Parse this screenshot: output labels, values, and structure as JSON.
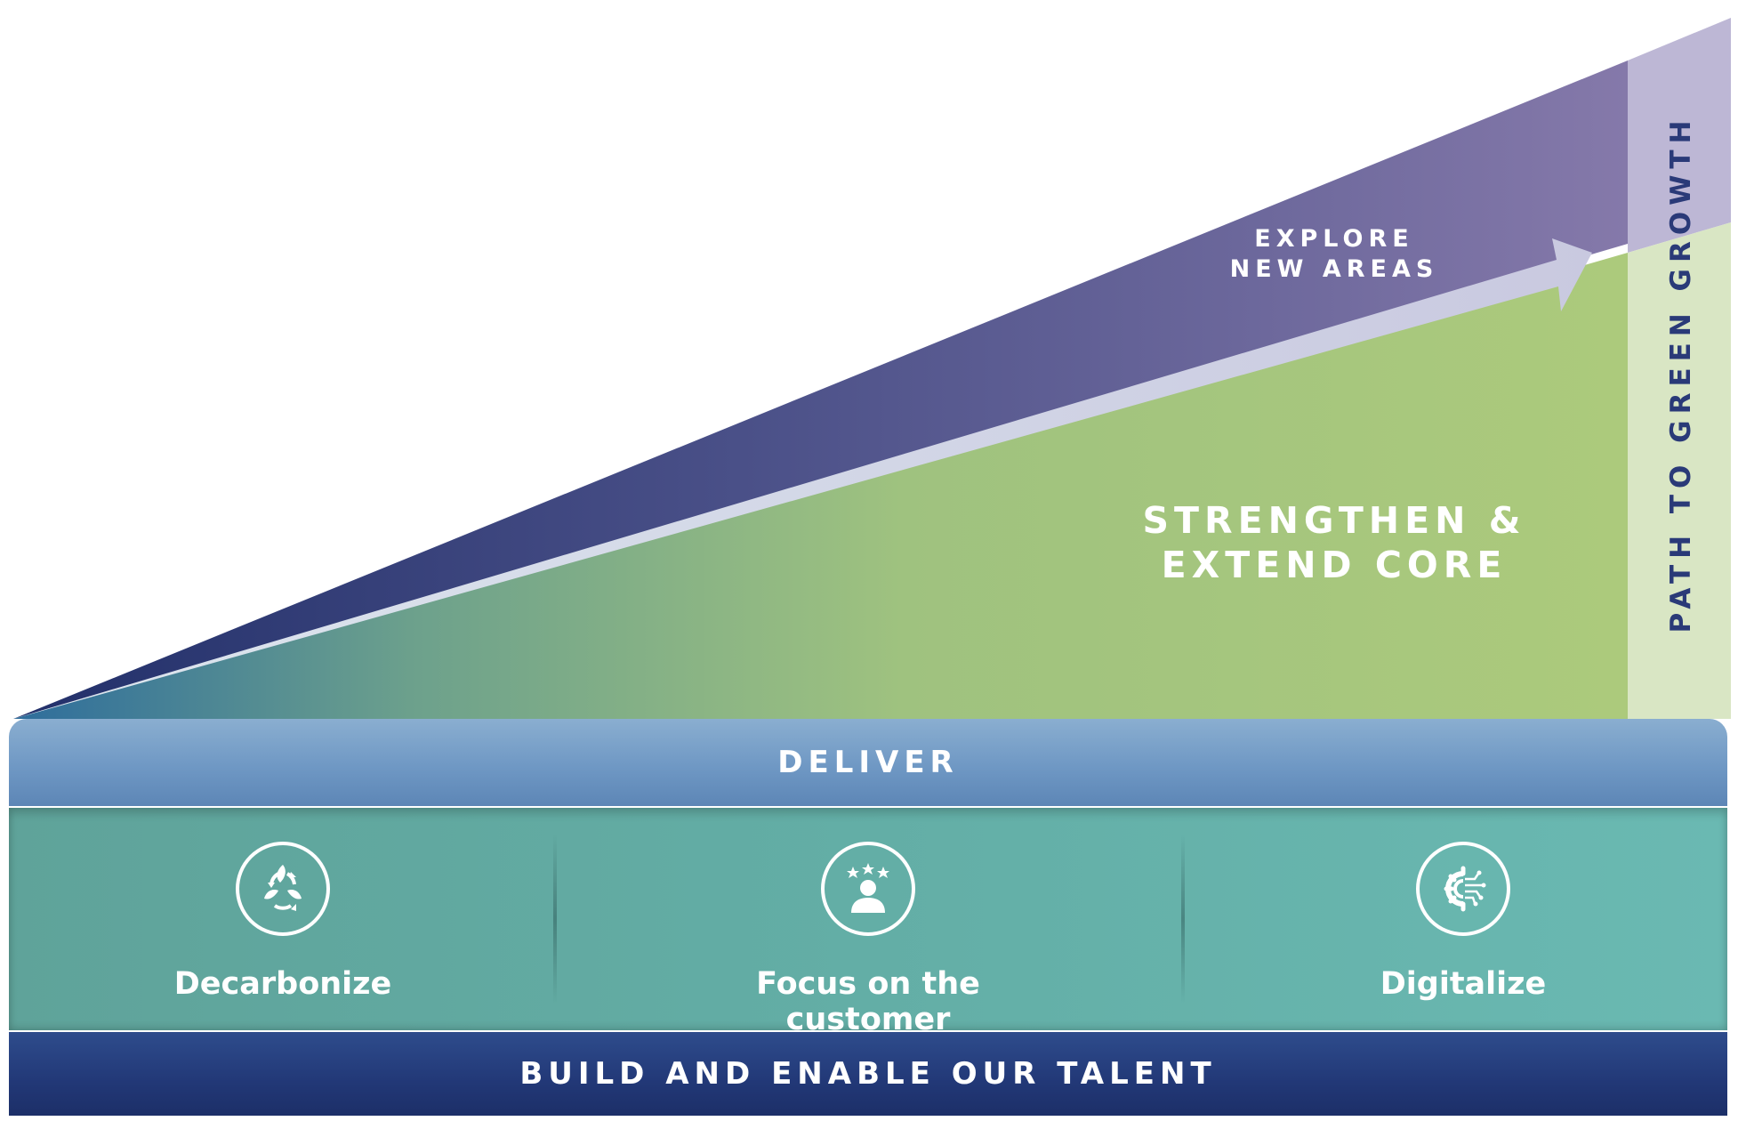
{
  "explore": {
    "line1": "EXPLORE",
    "line2": "NEW AREAS"
  },
  "strengthen": {
    "line1": "STRENGTHEN &",
    "line2": "EXTEND CORE"
  },
  "side_label": "PATH TO GREEN GROWTH",
  "deliver": "DELIVER",
  "pillars": [
    {
      "label": "Decarbonize",
      "icon": "recycle-leaves-icon"
    },
    {
      "label": "Focus on the customer",
      "icon": "customer-stars-icon"
    },
    {
      "label": "Digitalize",
      "icon": "digital-gear-icon"
    }
  ],
  "foundation": "BUILD AND ENABLE OUR TALENT",
  "colors": {
    "explore_purple": "#7e74a6",
    "core_green": "#a9c97e",
    "deliver_blue": "#7aa2cc",
    "pillar_teal": "#63aea6",
    "talent_navy": "#223877",
    "side_text": "#2a3a78"
  }
}
